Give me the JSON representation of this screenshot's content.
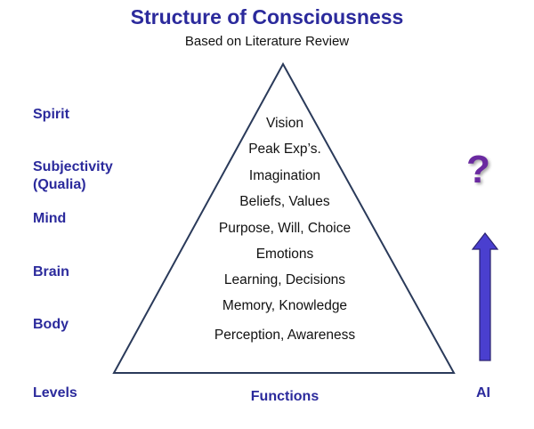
{
  "title": "Structure of Consciousness",
  "subtitle": "Based on Literature Review",
  "levels": [
    {
      "label": "Spirit"
    },
    {
      "label": "Subjectivity\n(Qualia)"
    },
    {
      "label": "Mind"
    },
    {
      "label": "Brain"
    },
    {
      "label": "Body"
    }
  ],
  "functions": [
    "Vision",
    "Peak Exp’s.",
    "Imagination",
    "Beliefs, Values",
    "Purpose, Will, Choice",
    "Emotions",
    "Learning, Decisions",
    "Memory, Knowledge",
    "Perception, Awareness"
  ],
  "footer": {
    "levels_label": "Levels",
    "functions_label": "Functions",
    "ai_label": "AI"
  },
  "question_mark": "?",
  "colors": {
    "heading": "#2b2a9c",
    "arrow_fill": "#4a3fcf",
    "arrow_stroke": "#2a2270",
    "question_mark": "#6a2aa0",
    "pyramid_stroke": "#2a3a5a"
  },
  "icons": {
    "pyramid": "triangle-outline",
    "ai_progress": "up-arrow-icon",
    "unknown": "question-mark-icon"
  }
}
